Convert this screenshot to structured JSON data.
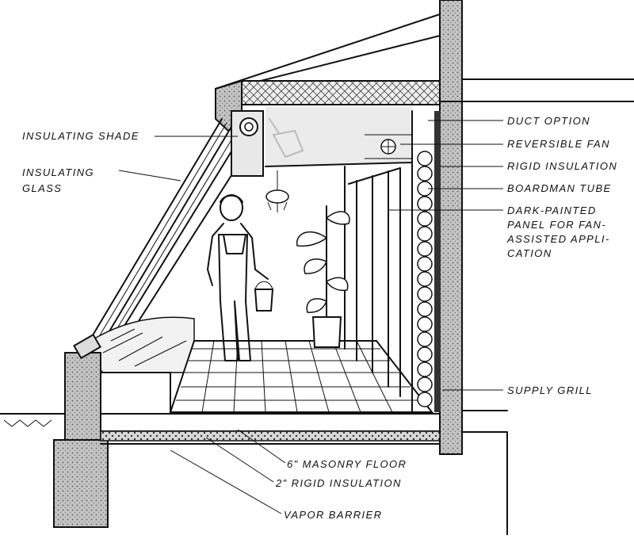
{
  "labels": {
    "insulating_shade": "INSULATING SHADE",
    "insulating_glass_1": "INSULATING",
    "insulating_glass_2": "GLASS",
    "duct_option": "DUCT OPTION",
    "reversible_fan": "REVERSIBLE FAN",
    "rigid_insulation": "RIGID INSULATION",
    "boardman_tube": "BOARDMAN TUBE",
    "dark_panel_1": "DARK-PAINTED",
    "dark_panel_2": "PANEL FOR FAN-",
    "dark_panel_3": "ASSISTED APPLI-",
    "dark_panel_4": "CATION",
    "supply_grill": "SUPPLY GRILL",
    "masonry_floor": "6\" MASONRY FLOOR",
    "rigid_insulation_floor": "2\" RIGID INSULATION",
    "vapor_barrier": "VAPOR BARRIER"
  },
  "colors": {
    "ink": "#111111",
    "wall_fill": "#bdbdbd",
    "insulation_fill": "#e2e2e2",
    "background": "#ffffff"
  }
}
